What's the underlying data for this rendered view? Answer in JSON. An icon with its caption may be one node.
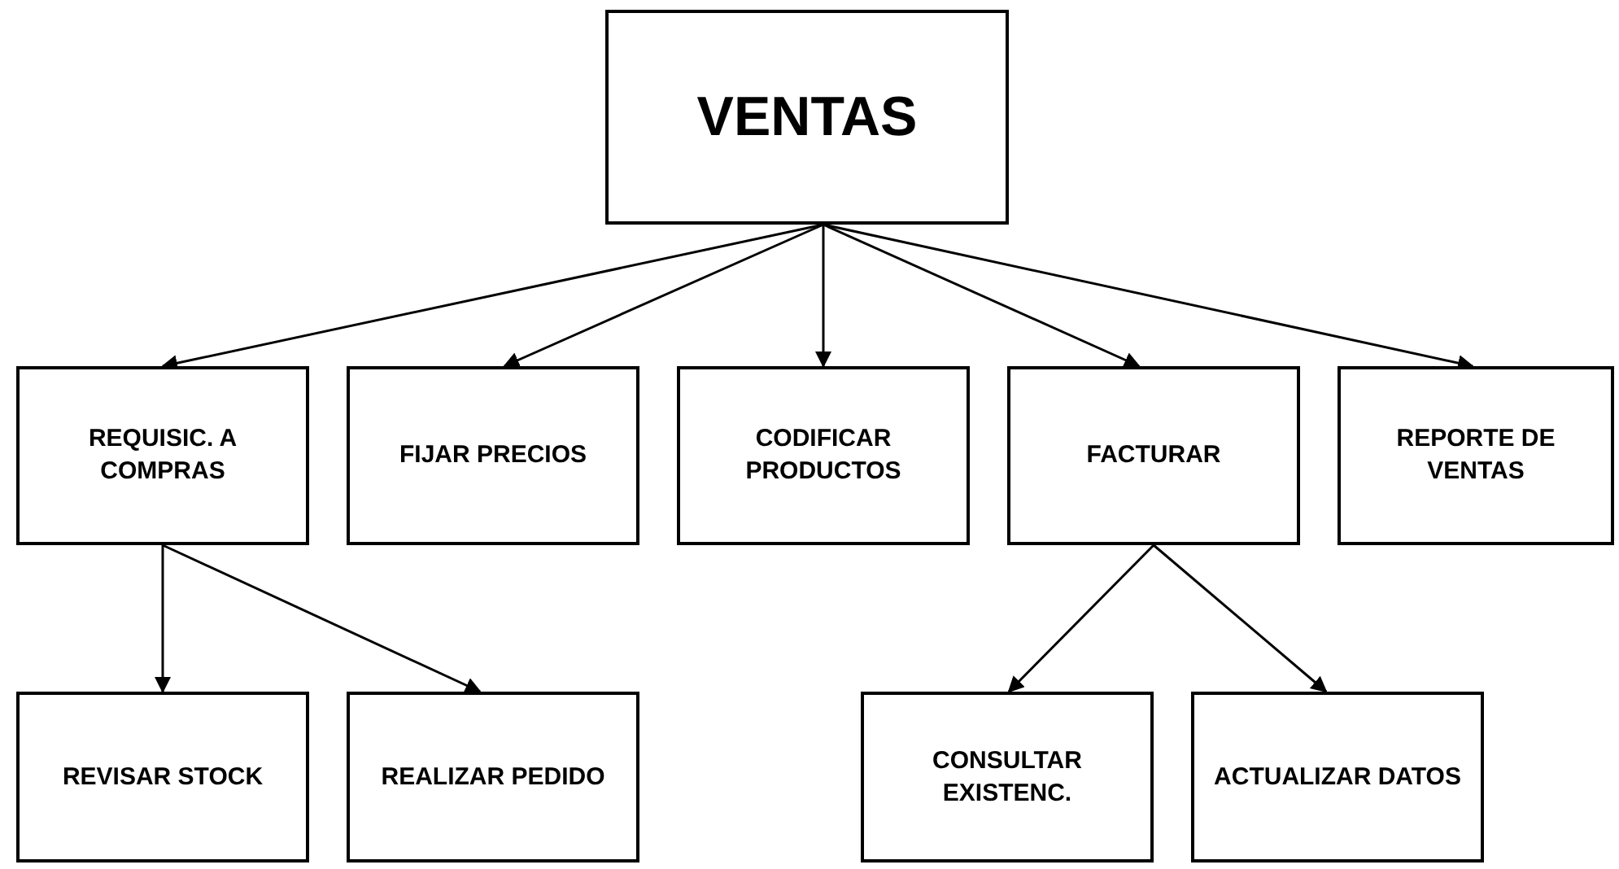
{
  "diagram": {
    "nodes": [
      {
        "text": [
          "VENTAS"
        ]
      },
      {
        "text": [
          "REQUISIC.  A COMPRAS"
        ]
      },
      {
        "text": [
          "FIJAR PRECIOS"
        ]
      },
      {
        "text": [
          "CODIFICAR PRODUCTOS"
        ]
      },
      {
        "text": [
          "FACTURAR"
        ]
      },
      {
        "text": [
          "REPORTE DE VENTAS"
        ]
      },
      {
        "text": [
          "REVISAR STOCK"
        ]
      },
      {
        "text": [
          "REALIZAR PEDIDO"
        ]
      },
      {
        "text": [
          "CONSULTAR EXISTENC."
        ]
      },
      {
        "text": [
          "ACTUALIZAR DATOS"
        ]
      }
    ],
    "edges": [
      {
        "from": 0,
        "to": 1,
        "arrow": "to"
      },
      {
        "from": 0,
        "to": 2,
        "arrow": "to"
      },
      {
        "from": 0,
        "to": 3,
        "arrow": "to"
      },
      {
        "from": 0,
        "to": 4,
        "arrow": "to"
      },
      {
        "from": 0,
        "to": 5,
        "arrow": "to"
      },
      {
        "from": 1,
        "to": 6,
        "arrow": "to"
      },
      {
        "from": 1,
        "to": 7,
        "arrow": "to"
      },
      {
        "from": 4,
        "to": 8,
        "arrow": "to"
      },
      {
        "from": 4,
        "to": 9,
        "arrow": "to"
      }
    ]
  }
}
